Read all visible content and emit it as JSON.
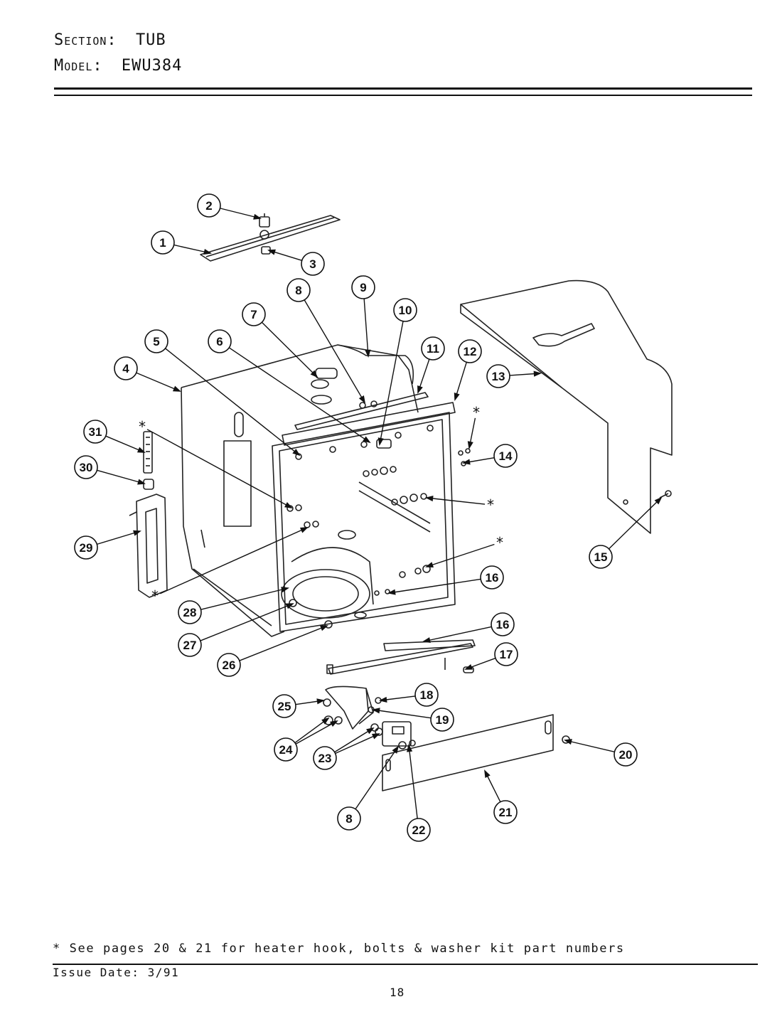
{
  "header": {
    "section_label": "Section:",
    "section_value": "TUB",
    "model_label": "Model:",
    "model_value": "EWU384"
  },
  "callouts": [
    "1",
    "2",
    "3",
    "4",
    "5",
    "6",
    "7",
    "8",
    "9",
    "10",
    "11",
    "12",
    "13",
    "14",
    "15",
    "16",
    "16",
    "17",
    "18",
    "19",
    "20",
    "21",
    "22",
    "23",
    "24",
    "25",
    "26",
    "27",
    "28",
    "29",
    "30",
    "31",
    "8"
  ],
  "asterisk": "*",
  "footer": {
    "note": "* See pages 20 & 21 for heater hook, bolts & washer kit part numbers",
    "issue_date": "Issue Date: 3/91",
    "page_number": "18"
  }
}
